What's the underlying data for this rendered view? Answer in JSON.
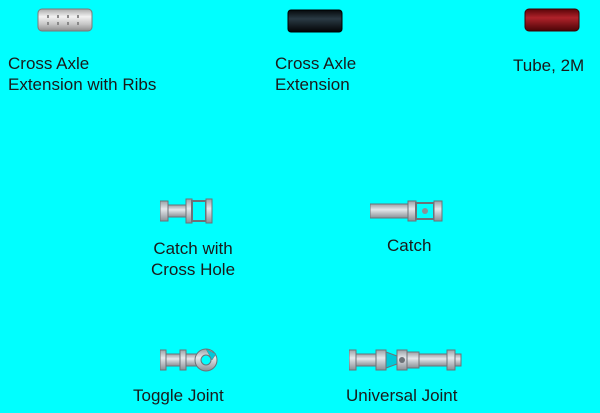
{
  "parts": [
    {
      "label": "Cross Axle\nExtension with Ribs",
      "color": "#c8c8c8",
      "icon": "ribbed-axle-extension-icon"
    },
    {
      "label": "Cross Axle\nExtension",
      "color": "#152028",
      "icon": "axle-extension-icon"
    },
    {
      "label": "Tube, 2M",
      "color": "#8a0f12",
      "icon": "tube-icon"
    },
    {
      "label": "Catch with\nCross Hole",
      "color": "#c0c4c8",
      "icon": "catch-cross-hole-icon"
    },
    {
      "label": "Catch",
      "color": "#c0c4c8",
      "icon": "catch-icon"
    },
    {
      "label": "Toggle Joint",
      "color": "#c0c4c8",
      "icon": "toggle-joint-icon"
    },
    {
      "label": "Universal Joint",
      "color": "#c0c4c8",
      "icon": "universal-joint-icon"
    }
  ],
  "colors": {
    "background": "#00ffff",
    "text": "#1a1a1a",
    "accent": "#00c8d8"
  }
}
